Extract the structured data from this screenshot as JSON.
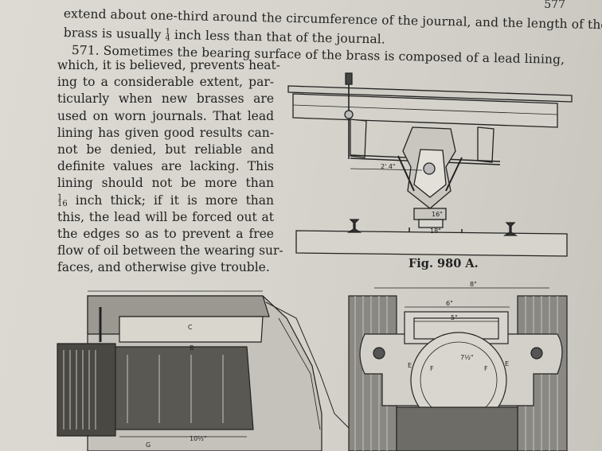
{
  "page": {
    "number": "577",
    "lines_top": [
      "extend about one-third around the circumference of the journal, and the length of the",
      "brass is usually",
      "inch less than that of the journal."
    ],
    "fraction_quarter": {
      "num": "1",
      "den": "4"
    },
    "paragraph_start": "571. Sometimes the bearing surface of the brass is composed of a lead lining,",
    "column_rows": [
      "which, it is believed, prevents heat-",
      "ing to a considerable extent, par-",
      "ticularly when new brasses are",
      "used on worn journals. That lead",
      "lining has given good results can-",
      "not be denied, but reliable and",
      "definite values are lacking. This",
      "lining should not be more than",
      "inch thick; if it is more than",
      "this, the lead will be forced out at",
      "the edges so as to prevent a free",
      "flow of oil between the wearing sur-",
      "faces, and otherwise give trouble."
    ],
    "fraction_sixteenth": {
      "num": "1",
      "den": "16"
    },
    "figure_caption": "Fig. 980 A.",
    "drawing_labels": {
      "dim_top": "2' 4\"",
      "dim_bottom_a": "16\"",
      "dim_bottom_b": "18\"",
      "dim_8": "8\"",
      "dim_6": "6\"",
      "dim_5": "5\"",
      "dim_7": "7½\"",
      "dim_10": "10½\"",
      "label_e1": "E",
      "label_f1": "F",
      "label_f2": "F",
      "label_e2": "E",
      "label_b": "B",
      "label_c": "C",
      "label_g": "G"
    }
  }
}
